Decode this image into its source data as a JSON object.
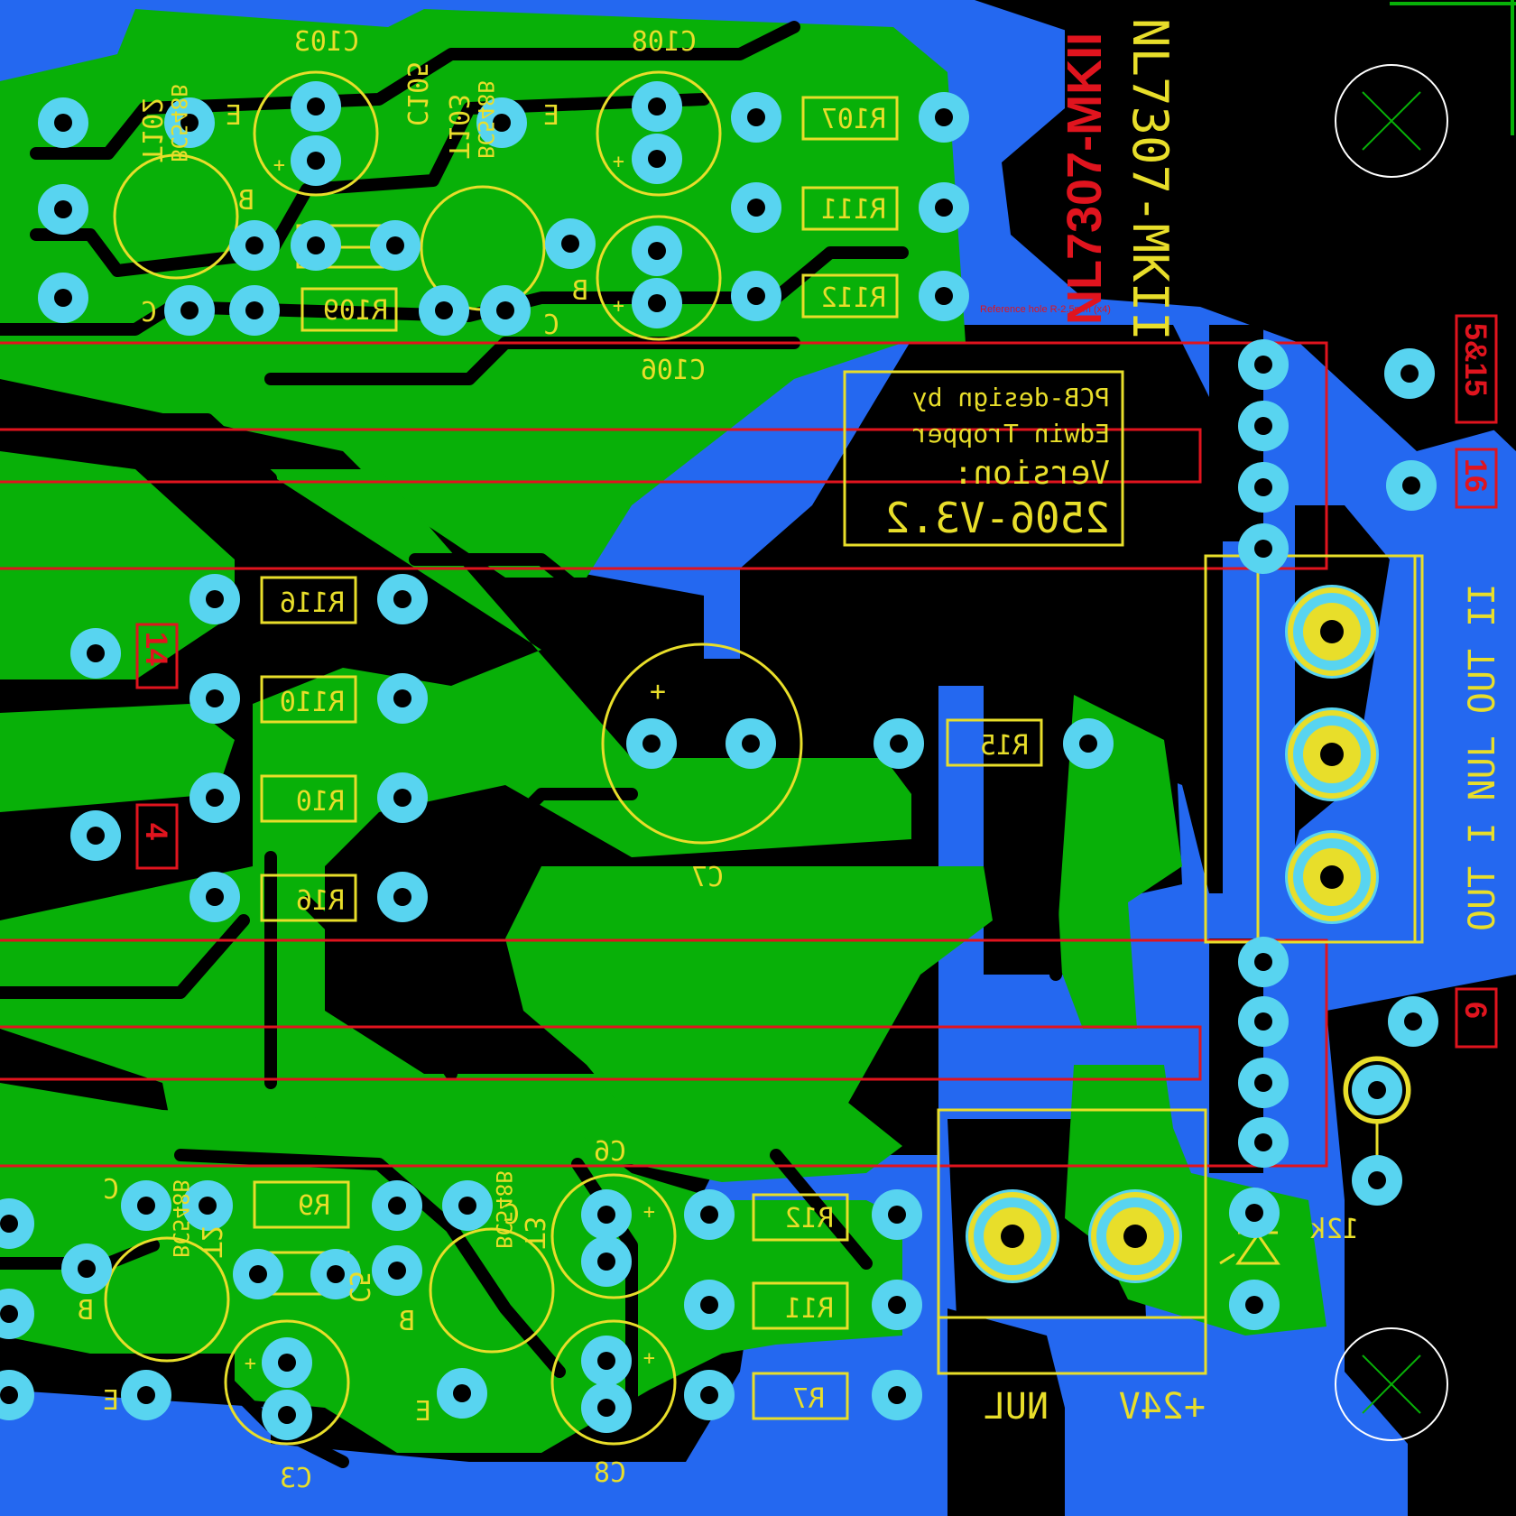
{
  "board": {
    "title_red": "NL7307-MKII",
    "title_yellow": "NL7307-MKII",
    "refhole_note": "Reference hole R-2.5mm (x4)",
    "credit_lines": [
      "PCB-design by",
      "Edwin Tropper",
      "Version:",
      "2506-V3.2"
    ]
  },
  "colors": {
    "background": "#000000",
    "copper_bottom": "#2468f0",
    "copper_top": "#08b008",
    "pad": "#58d4f0",
    "silkscreen": "#e8de2a",
    "marker_red": "#e0141e",
    "drill_white": "#ffffff"
  },
  "components": {
    "c103": "C103",
    "c108": "C108",
    "c105": "C105",
    "c106": "C106",
    "r107": "R107",
    "r111": "R111",
    "r112": "R112",
    "r109": "R109",
    "t102": "T102",
    "t103": "T103",
    "bc548b": "BC548B",
    "r116": "R116",
    "r110": "R110",
    "r10": "R10",
    "r16": "R16",
    "c7": "C7",
    "r15": "R15",
    "c6": "C6",
    "c8": "C8",
    "c5": "C5",
    "c3": "C3",
    "r9": "R9",
    "r12": "R12",
    "r11": "R11",
    "r7": "R7",
    "t2": "T2",
    "t3": "T3",
    "r12k": "12k"
  },
  "pin_labels": {
    "e": "E",
    "b": "B",
    "c": "C",
    "plus": "+"
  },
  "connectors": {
    "output": "OUT I  NUL  OUT II",
    "power_nul": "NUL",
    "power_24v": "+24V"
  },
  "markers": {
    "m14": "14",
    "m4": "4",
    "m5815": "5&15",
    "m16": "16",
    "m6": "6"
  },
  "icons": [
    "mounting-hole-icon",
    "led-icon",
    "diode-icon"
  ]
}
